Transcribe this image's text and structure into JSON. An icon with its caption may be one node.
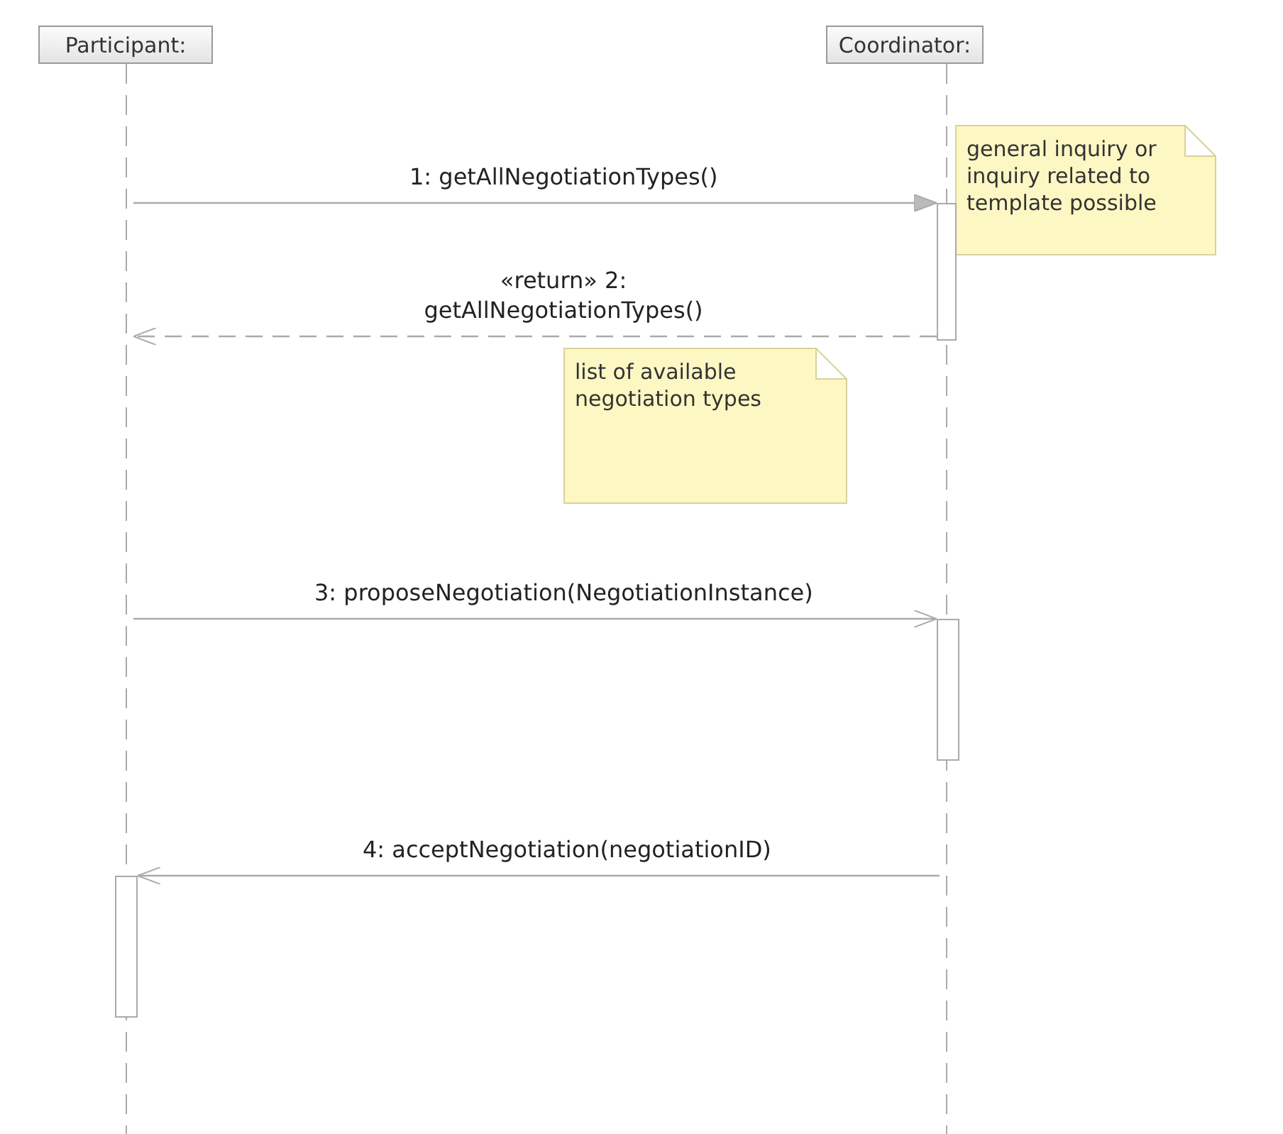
{
  "diagram": {
    "nodes": [
      {
        "text": [
          "Participant:"
        ]
      },
      {
        "text": [
          "Coordinator:"
        ]
      },
      {
        "text": [
          "general inquiry or inquiry related to template possible"
        ]
      },
      {
        "text": [
          "list of available negotiation types"
        ]
      },
      {
        "text": [],
        "shape": "line"
      },
      {
        "text": [],
        "shape": "line"
      },
      {
        "text": [],
        "shape": "bar"
      },
      {
        "text": [],
        "shape": "bar"
      },
      {
        "text": [],
        "shape": "bar"
      }
    ],
    "edges": [
      {
        "from": 4,
        "to": 6,
        "arrow": "to",
        "label": "1: getAllNegotiationTypes()"
      },
      {
        "from": 6,
        "to": 4,
        "arrow": "to",
        "style": "dashed",
        "label": "«return» 2: getAllNegotiationTypes()"
      },
      {
        "from": 4,
        "to": 7,
        "arrow": "to",
        "label": "3: proposeNegotiation(NegotiationInstance)"
      },
      {
        "from": 5,
        "to": 8,
        "arrow": "to",
        "label": "4: acceptNegotiation(negotiationID)"
      }
    ]
  }
}
